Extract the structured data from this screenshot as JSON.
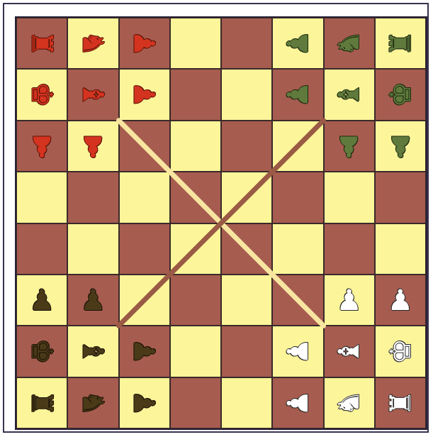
{
  "board": {
    "files": 8,
    "ranks": 8,
    "colors": {
      "light": "#fdf59a",
      "dark": "#a65c4f",
      "grid": "#3a2a2a"
    },
    "diagonals": [
      {
        "name": "light-diagonal",
        "from": [
          2,
          2
        ],
        "to": [
          6,
          6
        ],
        "color": "#f8e6a0"
      },
      {
        "name": "dark-diagonal",
        "from": [
          6,
          2
        ],
        "to": [
          2,
          6
        ],
        "color": "#9a5a45"
      }
    ]
  },
  "armies": {
    "red": {
      "fill": "#d4331f",
      "outline": "#5a1408"
    },
    "green": {
      "fill": "#5f7a3c",
      "outline": "#1e2a10"
    },
    "dark": {
      "fill": "#4a3a18",
      "outline": "#1a1206"
    },
    "white": {
      "fill": "#ffffff",
      "outline": "#2a2a2a"
    }
  },
  "pieces": [
    {
      "army": "red",
      "type": "rook",
      "col": 0,
      "row": 0,
      "facing": "right"
    },
    {
      "army": "red",
      "type": "knight",
      "col": 1,
      "row": 0,
      "facing": "right"
    },
    {
      "army": "red",
      "type": "pawn",
      "col": 2,
      "row": 0,
      "facing": "right"
    },
    {
      "army": "red",
      "type": "king",
      "col": 0,
      "row": 1,
      "facing": "right"
    },
    {
      "army": "red",
      "type": "bishop",
      "col": 1,
      "row": 1,
      "facing": "right"
    },
    {
      "army": "red",
      "type": "pawn",
      "col": 2,
      "row": 1,
      "facing": "right"
    },
    {
      "army": "red",
      "type": "pawn",
      "col": 0,
      "row": 2,
      "facing": "down"
    },
    {
      "army": "red",
      "type": "pawn",
      "col": 1,
      "row": 2,
      "facing": "down"
    },
    {
      "army": "green",
      "type": "pawn",
      "col": 5,
      "row": 0,
      "facing": "left"
    },
    {
      "army": "green",
      "type": "knight",
      "col": 6,
      "row": 0,
      "facing": "left"
    },
    {
      "army": "green",
      "type": "rook",
      "col": 7,
      "row": 0,
      "facing": "left"
    },
    {
      "army": "green",
      "type": "pawn",
      "col": 5,
      "row": 1,
      "facing": "left"
    },
    {
      "army": "green",
      "type": "bishop",
      "col": 6,
      "row": 1,
      "facing": "left"
    },
    {
      "army": "green",
      "type": "king",
      "col": 7,
      "row": 1,
      "facing": "left"
    },
    {
      "army": "green",
      "type": "pawn",
      "col": 6,
      "row": 2,
      "facing": "down"
    },
    {
      "army": "green",
      "type": "pawn",
      "col": 7,
      "row": 2,
      "facing": "down"
    },
    {
      "army": "dark",
      "type": "pawn",
      "col": 0,
      "row": 5,
      "facing": "up"
    },
    {
      "army": "dark",
      "type": "pawn",
      "col": 1,
      "row": 5,
      "facing": "up"
    },
    {
      "army": "dark",
      "type": "king",
      "col": 0,
      "row": 6,
      "facing": "right"
    },
    {
      "army": "dark",
      "type": "bishop",
      "col": 1,
      "row": 6,
      "facing": "right"
    },
    {
      "army": "dark",
      "type": "pawn",
      "col": 2,
      "row": 6,
      "facing": "right"
    },
    {
      "army": "dark",
      "type": "rook",
      "col": 0,
      "row": 7,
      "facing": "right"
    },
    {
      "army": "dark",
      "type": "knight",
      "col": 1,
      "row": 7,
      "facing": "right"
    },
    {
      "army": "dark",
      "type": "pawn",
      "col": 2,
      "row": 7,
      "facing": "right"
    },
    {
      "army": "white",
      "type": "pawn",
      "col": 6,
      "row": 5,
      "facing": "up"
    },
    {
      "army": "white",
      "type": "pawn",
      "col": 7,
      "row": 5,
      "facing": "up"
    },
    {
      "army": "white",
      "type": "pawn",
      "col": 5,
      "row": 6,
      "facing": "left"
    },
    {
      "army": "white",
      "type": "bishop",
      "col": 6,
      "row": 6,
      "facing": "left"
    },
    {
      "army": "white",
      "type": "king",
      "col": 7,
      "row": 6,
      "facing": "left"
    },
    {
      "army": "white",
      "type": "pawn",
      "col": 5,
      "row": 7,
      "facing": "left"
    },
    {
      "army": "white",
      "type": "knight",
      "col": 6,
      "row": 7,
      "facing": "left"
    },
    {
      "army": "white",
      "type": "rook",
      "col": 7,
      "row": 7,
      "facing": "left"
    }
  ],
  "glyphs": {
    "king": "♚",
    "rook": "♜",
    "bishop": "♝",
    "knight": "♞",
    "pawn": "♟"
  }
}
